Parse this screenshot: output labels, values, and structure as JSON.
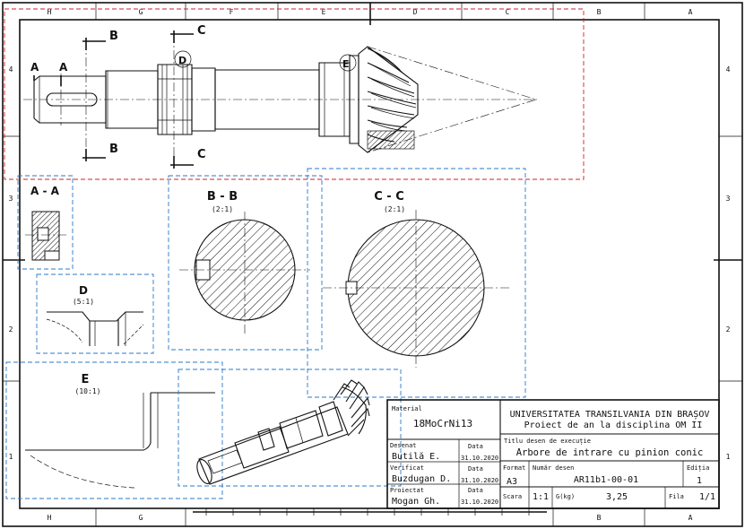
{
  "border": {
    "columns_top": [
      "H",
      "G",
      "F",
      "E",
      "D",
      "C",
      "B",
      "A"
    ],
    "columns_bottom": [
      "H",
      "G",
      "B",
      "A"
    ],
    "rows": [
      "4",
      "3",
      "2",
      "1"
    ]
  },
  "views": {
    "main_labels": {
      "A": "A",
      "B": "B",
      "C": "C",
      "D": "D",
      "E": "E"
    },
    "section_aa": {
      "title": "A - A"
    },
    "section_bb": {
      "title": "B - B",
      "scale": "(2:1)"
    },
    "section_cc": {
      "title": "C - C",
      "scale": "(2:1)"
    },
    "detail_d": {
      "title": "D",
      "scale": "(5:1)"
    },
    "detail_e": {
      "title": "E",
      "scale": "(10:1)"
    }
  },
  "title_block": {
    "material_label": "Material",
    "material_value": "18MoCrNi13",
    "university": "UNIVERSITATEA TRANSILVANIA DIN BRAȘOV",
    "project": "Proiect de an la disciplina OM II",
    "drawing_title_label": "Titlu desen de execuție",
    "drawing_title": "Arbore de intrare cu pinion conic",
    "drawn_label": "Desenat",
    "drawn_name": "Butilă E.",
    "checked_label": "Verificat",
    "checked_name": "Buzdugan D.",
    "designed_label": "Proiectat",
    "designed_name": "Mogan Gh.",
    "date_label": "Data",
    "date_value": "31.10.2020",
    "format_label": "Format",
    "format_value": "A3",
    "drawing_no_label": "Număr desen",
    "drawing_no": "AR11b1-00-01",
    "edition_label": "Ediția",
    "edition_value": "1",
    "scale_label": "Scara",
    "scale_value": "1:1",
    "mass_label": "G(kg)",
    "mass_value": "3,25",
    "sheet_label": "Fila",
    "sheet_value": "1/1"
  },
  "colors": {
    "line": "#111111",
    "section_frames": "#2a78c8",
    "cut_frame": "#d0202a"
  },
  "icons": [
    "pinion-shaft-3d-view"
  ]
}
